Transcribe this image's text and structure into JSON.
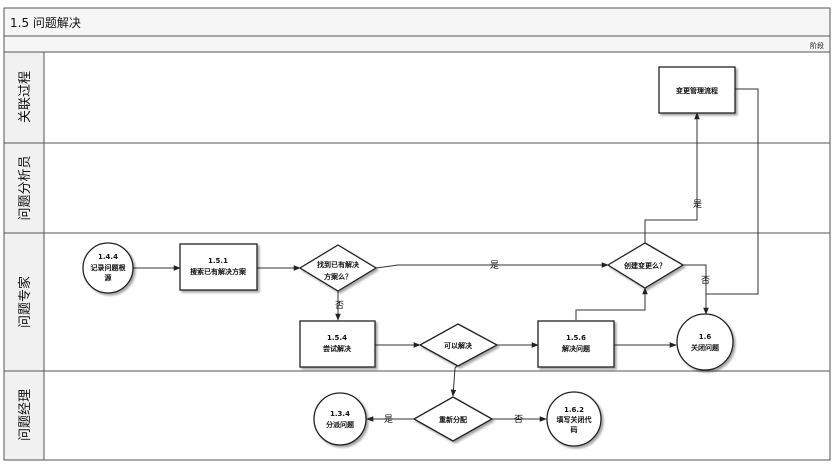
{
  "title": "1.5 问题解决",
  "stage_label": "阶段",
  "lanes": [
    {
      "label": "关联过程"
    },
    {
      "label": "问题分析员"
    },
    {
      "label": "问题专家"
    },
    {
      "label": "问题经理"
    }
  ],
  "nodes": {
    "n144": {
      "line1": "1.4.4",
      "line2": "记录问题根",
      "line3": "源"
    },
    "n151": {
      "line1": "1.5.1",
      "line2": "搜索已有解决方案"
    },
    "d_found": {
      "line1": "找到已有解决",
      "line2": "方案么？"
    },
    "n154": {
      "line1": "1.5.4",
      "line2": "尝试解决"
    },
    "d_solvable": {
      "line1": "可以解决"
    },
    "n156": {
      "line1": "1.5.6",
      "line2": "解决问题"
    },
    "d_change": {
      "line1": "创建变更么？"
    },
    "change_proc": {
      "line1": "变更管理流程"
    },
    "n16": {
      "line1": "1.6",
      "line2": "关闭问题"
    },
    "d_reassign": {
      "line1": "重新分配"
    },
    "n134": {
      "line1": "1.3.4",
      "line2": "分派问题"
    },
    "n162": {
      "line1": "1.6.2",
      "line2": "填写关闭代",
      "line3": "码"
    }
  },
  "edge_labels": {
    "found_yes": "是",
    "found_no": "否",
    "change_yes": "是",
    "change_no": "否",
    "reassign_yes": "是",
    "reassign_no": "否"
  }
}
